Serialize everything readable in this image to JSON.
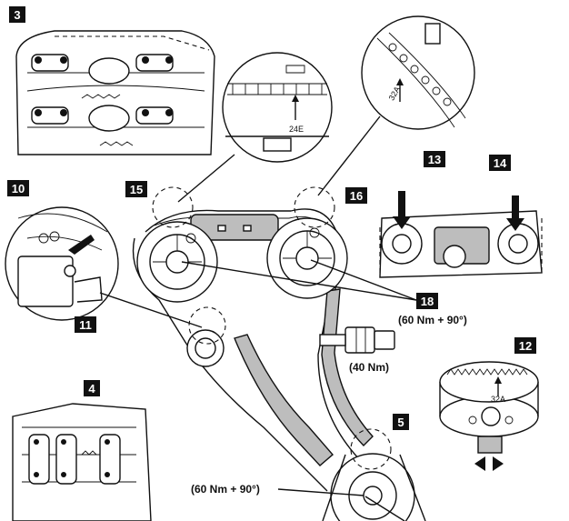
{
  "callouts": [
    {
      "id": "c3",
      "label": "3"
    },
    {
      "id": "c4",
      "label": "4"
    },
    {
      "id": "c5",
      "label": "5"
    },
    {
      "id": "c10",
      "label": "10"
    },
    {
      "id": "c11",
      "label": "11"
    },
    {
      "id": "c12",
      "label": "12"
    },
    {
      "id": "c13",
      "label": "13"
    },
    {
      "id": "c14",
      "label": "14"
    },
    {
      "id": "c15",
      "label": "15"
    },
    {
      "id": "c16",
      "label": "16"
    },
    {
      "id": "c18",
      "label": "18"
    }
  ],
  "torque_specs": {
    "camshaft_bolts": "(60 Nm + 90°)",
    "tensioner": "(40 Nm)",
    "crank_bolt": "(60 Nm + 90°)"
  },
  "timing_marks": {
    "mark_left_zoom": "24E",
    "mark_right_zoom": "32A",
    "mark_adjuster": "32A"
  },
  "colors": {
    "line": "#111111",
    "guide_fill": "#bdbdbd",
    "background": "#ffffff"
  }
}
